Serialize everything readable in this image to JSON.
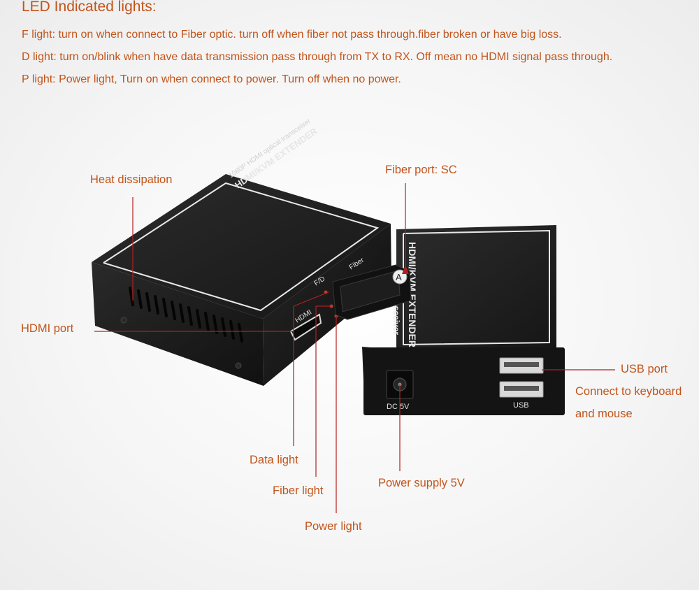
{
  "heading": "LED Indicated lights:",
  "descriptions": {
    "f_light": "F light: turn on when connect to Fiber optic. turn off when fiber not pass through.fiber broken or have big loss.",
    "d_light": "D light: turn on/blink when have data transmission pass through from TX to RX. Off mean no HDMI signal pass through.",
    "p_light": "P light: Power light, Turn on when connect to power. Turn off when no power."
  },
  "callouts": {
    "heat_dissipation": "Heat dissipation",
    "fiber_port": "Fiber port: SC",
    "hdmi_port": "HDMI port",
    "usb_port": "USB port",
    "usb_desc_line1": "Connect to keyboard",
    "usb_desc_line2": "and mouse",
    "data_light": "Data light",
    "fiber_light": "Fiber light",
    "power_light": "Power light",
    "power_supply": "Power supply 5V"
  },
  "device_left": {
    "top_line1": "HDMI/KVM EXTENDER",
    "top_line2": "1080P HDMI optical transceiver",
    "label_fd": "F/D",
    "label_hdmi": "HDMI",
    "label_fiber": "Fiber",
    "port_mark": "A"
  },
  "device_right": {
    "top_line1": "HDMI/KVM EXTENDER",
    "top_line2": "transceiver",
    "label_dc": "DC 5V",
    "label_usb": "USB"
  },
  "colors": {
    "accent": "#c2541a",
    "leader_red": "#b31f1f",
    "device_body": "#1b1b1b"
  }
}
